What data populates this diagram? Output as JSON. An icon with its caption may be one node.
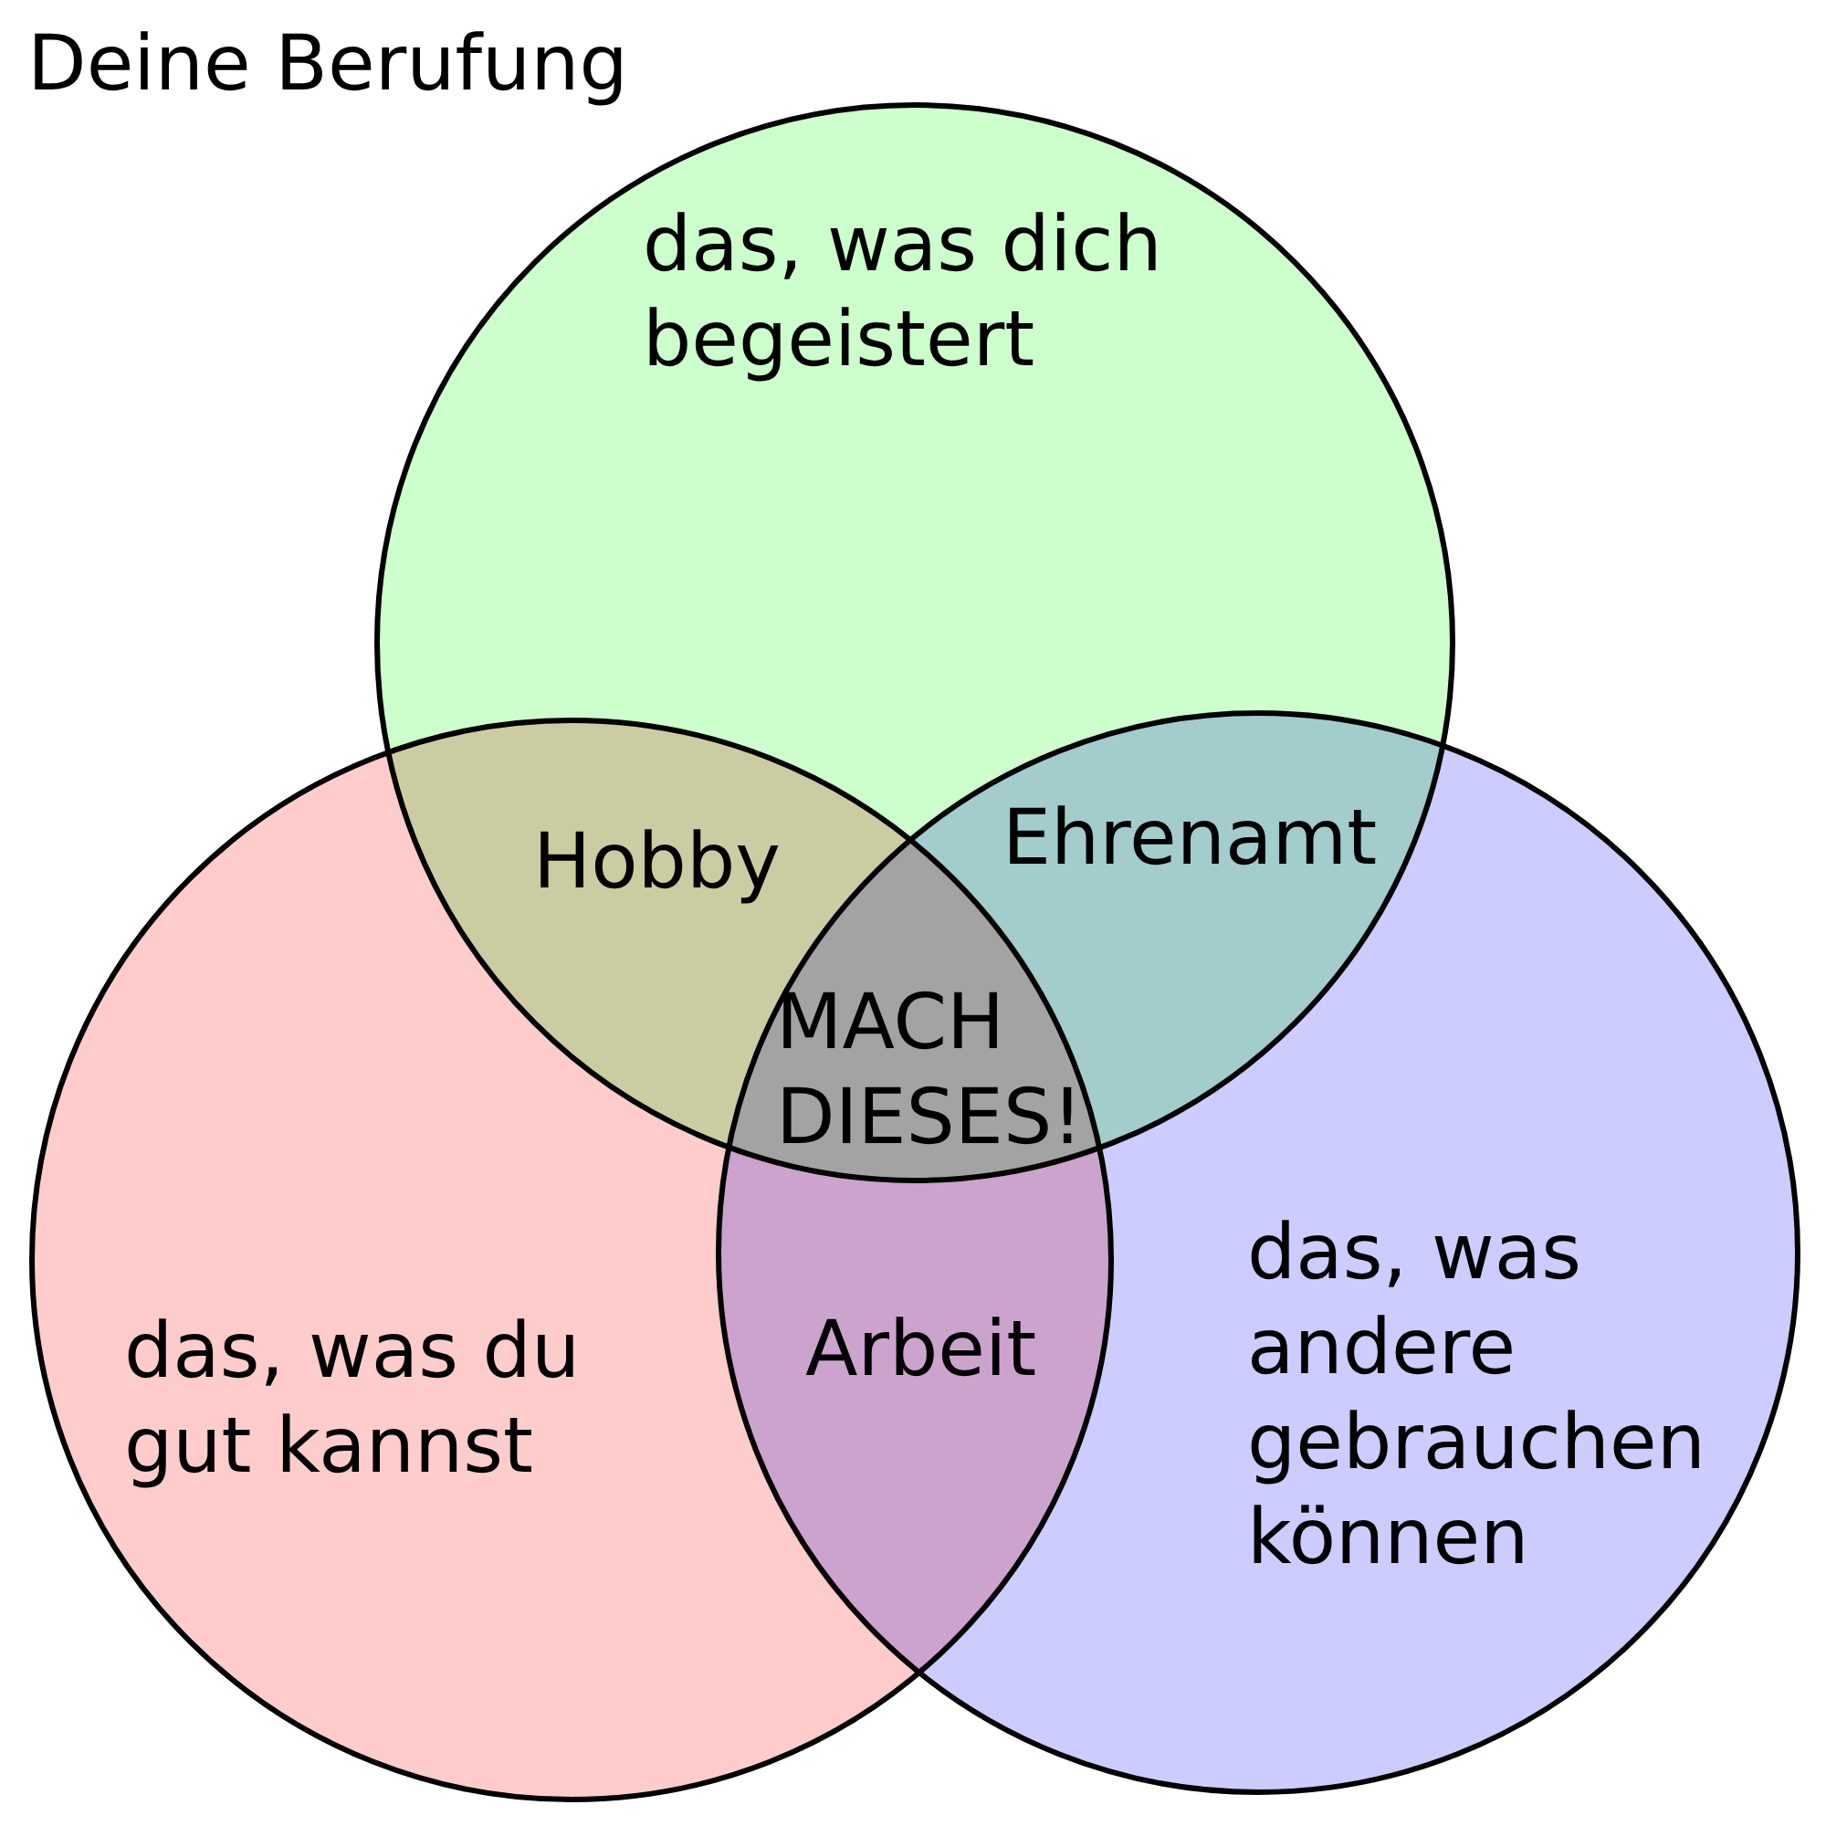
{
  "diagram": {
    "title": "Deine Berufung",
    "nodes": [
      {
        "text": [
          "das, was dich begeistert"
        ]
      },
      {
        "text": [
          "das, was du gut kannst"
        ]
      },
      {
        "text": [
          "das, was andere gebrauchen können"
        ]
      }
    ],
    "labels": [
      "Hobby",
      "Ehrenamt",
      "MACH DIESES!",
      "Arbeit"
    ]
  }
}
